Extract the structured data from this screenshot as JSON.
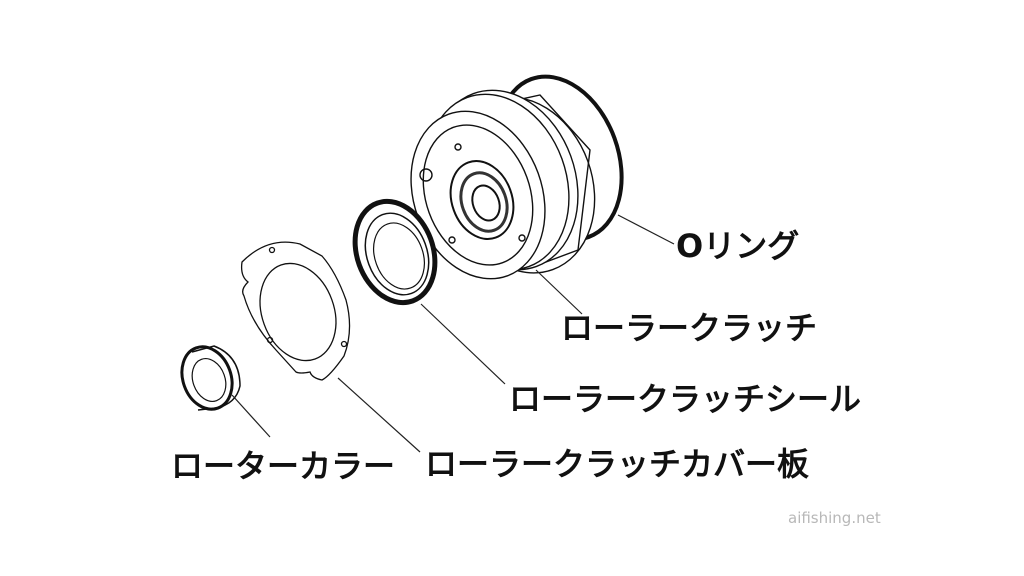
{
  "labels": {
    "o_ring": "Oリング",
    "roller_clutch": "ローラークラッチ",
    "roller_clutch_seal": "ローラークラッチシール",
    "roller_clutch_cover": "ローラークラッチカバー板",
    "rotor_collar": "ローターカラー"
  },
  "watermark": "aifishing.net",
  "colors": {
    "line": "#111111",
    "leader": "#222222",
    "watermark": "#b8b8b8",
    "background": "#ffffff"
  }
}
